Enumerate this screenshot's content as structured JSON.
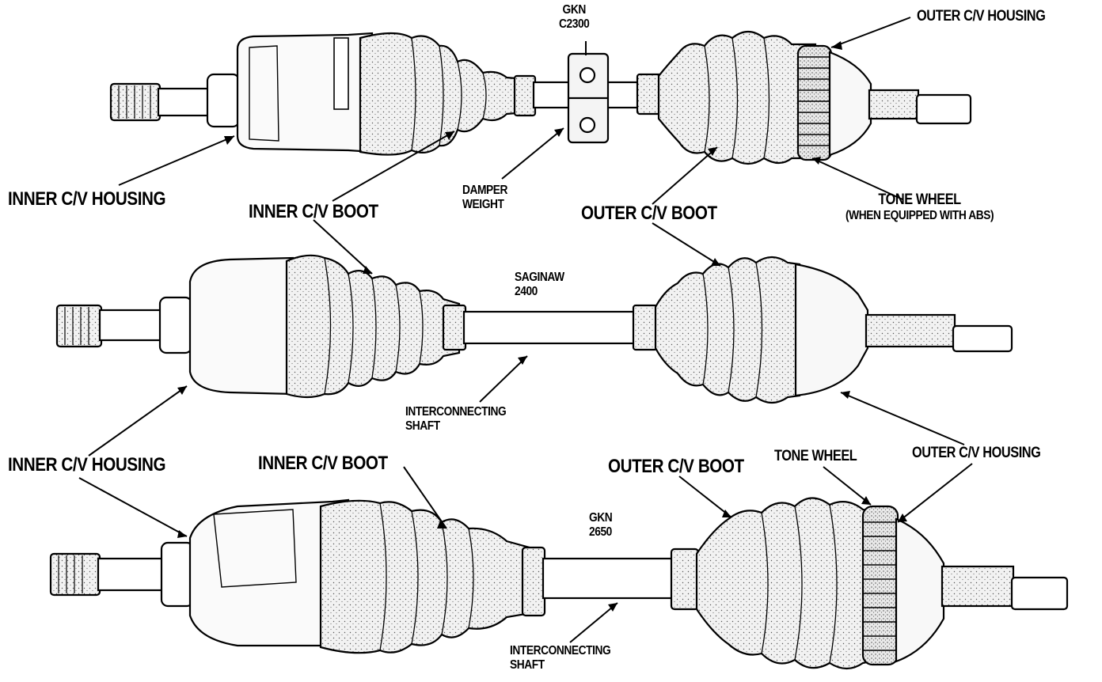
{
  "colors": {
    "ink": "#000000",
    "paper": "#ffffff",
    "boot": "#efefef",
    "metal": "#f6f6f6"
  },
  "labels": {
    "gkn_c2300": [
      "GKN",
      "C2300"
    ],
    "outer_cv_housing_top": "OUTER C/V HOUSING",
    "inner_cv_housing_top": "INNER C/V HOUSING",
    "inner_cv_boot_top": "INNER C/V BOOT",
    "damper_weight": [
      "DAMPER",
      "WEIGHT"
    ],
    "outer_cv_boot_top": "OUTER C/V BOOT",
    "tone_wheel_top": [
      "TONE WHEEL",
      "(WHEN EQUIPPED WITH ABS)"
    ],
    "saginaw_2400": [
      "SAGINAW",
      "2400"
    ],
    "interconnecting_shaft_mid": [
      "INTERCONNECTING",
      "SHAFT"
    ],
    "outer_cv_housing_mid": "OUTER C/V HOUSING",
    "inner_cv_housing_bottom": "INNER C/V HOUSING",
    "inner_cv_boot_bottom": "INNER C/V BOOT",
    "outer_cv_boot_bottom": "OUTER C/V BOOT",
    "tone_wheel_bottom": "TONE WHEEL",
    "gkn_2650": [
      "GKN",
      "2650"
    ],
    "interconnecting_shaft_bottom": [
      "INTERCONNECTING",
      "SHAFT"
    ]
  }
}
